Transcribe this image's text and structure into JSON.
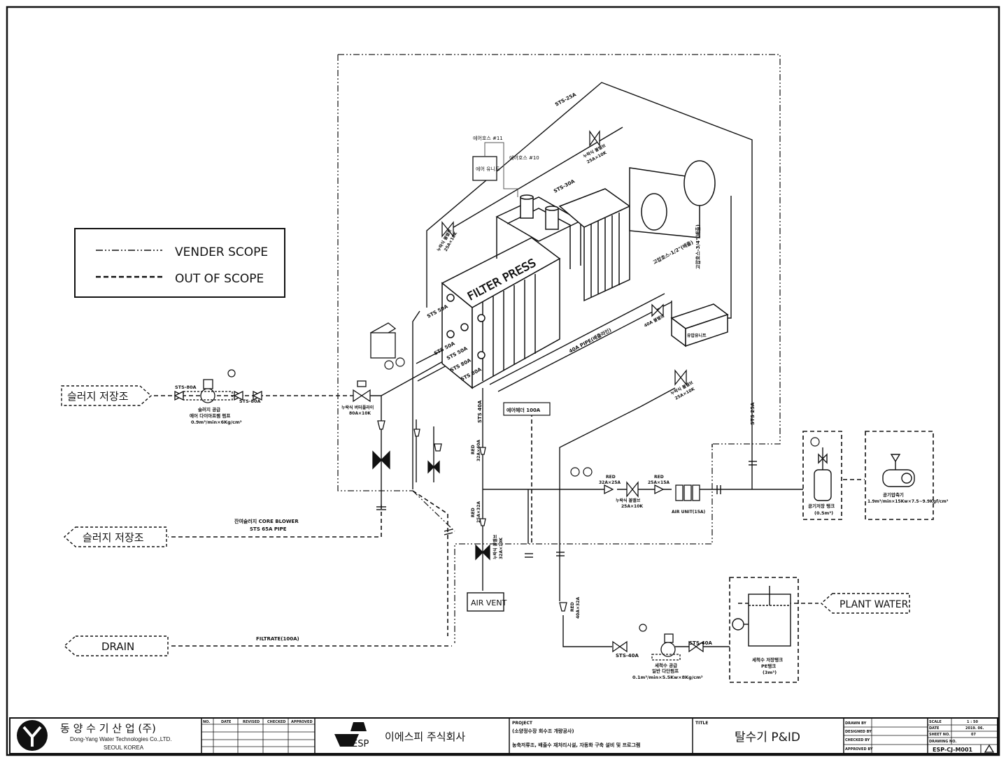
{
  "legend": {
    "vender_scope": "VENDER SCOPE",
    "out_of_scope": "OUT OF SCOPE"
  },
  "terminals": {
    "sludge_tank_in": "슬러지 저장조",
    "sludge_tank_out": "슬러지 저장조",
    "drain": "DRAIN",
    "plant_water": "PLANT WATER",
    "air_vent": "AIR VENT"
  },
  "equipment": {
    "filter_press": "FILTER PRESS",
    "air_unit_box": "에어 유니트",
    "air_hose_11": "에어호스 #11",
    "air_hose_10": "에어호스 #10",
    "sludge_pump_title": "슬러지 공급",
    "sludge_pump_sub": "에어 다이아프램 펌프",
    "sludge_pump_spec": "0.9m³/min×6Kg/cm²",
    "wash_pump_title": "세척수 공급",
    "wash_pump_sub": "일반 다단펌프",
    "wash_pump_spec": "0.1m³/min×5.5Kw×8Kg/cm²",
    "wash_tank_title": "세척수 저장탱크",
    "wash_tank_sub": "PE탱크",
    "wash_tank_spec": "(3m³)",
    "air_receiver_title": "공기저장 탱크",
    "air_receiver_spec": "(0.5m³)",
    "compressor_title": "공기압축기",
    "compressor_spec": "1.9m³/min×15Kw×7.5~9.9Kgf/cm²",
    "air_unit_label": "AIR UNIT(15A)",
    "hydraulic_unit": "유압유니트"
  },
  "pipes": {
    "sts25a_top": "STS-25A",
    "sts80a_in": "STS-80A",
    "sts80a_mid": "STS-80A",
    "sts50a_1": "STS 50A",
    "sts50a_2": "STS 50A",
    "sts50a_3": "STS 50A",
    "sts80a_a": "STS 80A",
    "sts80a_b": "STS 80A",
    "sts30a": "STS-30A",
    "sts40a_1": "STS 40A",
    "sts40a_wash": "STS-40A",
    "sts40a_wash2": "STS-40A",
    "sts25a_right": "STS 25A",
    "air_header": "에어헤더 100A",
    "core_blower": "잔여슬러지 CORE BLOWER",
    "core_blower_pipe": "STS 65A PIPE",
    "filtrate": "FILTRATE(100A)",
    "pipe_40a": "40A PIPE(배출라인)",
    "hose_a": "고압호스-1/2\"(배출)",
    "hose_b": "고압호스-3/4\"(배출)"
  },
  "valves": {
    "v_sludge_in": "누락식 버터플라이",
    "v_sludge_in_spec": "80A×10K",
    "v_top": "누락식 볼밸브",
    "v_top_spec": "25A×10K",
    "v_left": "누락식 볼밸브",
    "v_left_spec": "25A×10K",
    "v_right": "누락식 볼밸브",
    "v_right_spec": "25A×10K",
    "v_40a": "40A 볼밸브",
    "v_red1": "RED",
    "v_red1_spec": "32A×25A",
    "v_red2": "RED",
    "v_red2_spec": "25A×15A",
    "v_air": "누락식 볼밸브",
    "v_air_spec": "25A×10K",
    "v_red3": "RED",
    "v_red3_spec": "32A×40A",
    "v_red4": "RED",
    "v_red4_spec": "25A×32A",
    "v_vent": "누락식 볼밸브",
    "v_vent_spec": "32A×10K",
    "v_red5": "RED",
    "v_red5_spec": "40A×32A"
  },
  "title_block": {
    "company_kr": "동 양 수 기 산 업 (주)",
    "company_en": "Dong-Yang Water Technologies Co.,LTD.",
    "company_city": "SEOUL KOREA",
    "rev_headers": [
      "NO.",
      "DATE",
      "REVISED",
      "CHECKED",
      "APPROVED"
    ],
    "esp_logo": "ESP",
    "esp_name": "이에스피 주식회사",
    "project_label": "PROJECT",
    "project_line1": "(소양정수장 회수조 개량공사)",
    "project_line2": "농축저류조, 배출수 재처리시설, 자동화 구축 설비 및 프로그램",
    "title_label": "TITLE",
    "title_value": "탈수기 P&ID",
    "drawn_by": "DRAWN BY",
    "designed_by": "DESIGNED BY",
    "checked_by": "CHECKED BY",
    "approved_by": "APPROVED BY",
    "scale_label": "SCALE",
    "scale_value": "1 : 50",
    "date_label": "DATE",
    "date_value": "2019. 06.",
    "sheet_label": "SHEET NO.",
    "sheet_value": "07",
    "drawing_label": "DRAWING NO.",
    "drawing_value": "ESP-CJ-M001"
  }
}
